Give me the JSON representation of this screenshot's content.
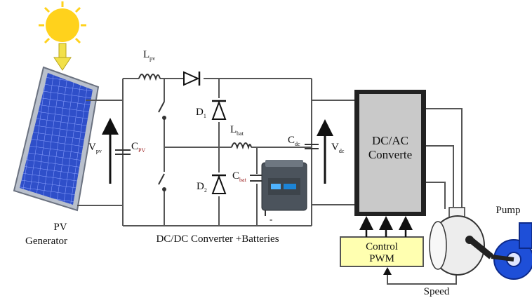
{
  "labels": {
    "pv_generator_line1": "PV",
    "pv_generator_line2": "Generator",
    "v_pv": "V",
    "v_pv_sub": "pv",
    "c_pv": "C",
    "c_pv_sub": "PV",
    "l_pv": "L",
    "l_pv_sub": "pv",
    "d1": "D",
    "d1_sub": "1",
    "d2": "D",
    "d2_sub": "2",
    "l_bat": "L",
    "l_bat_sub": "bat",
    "c_bat": "C",
    "c_bat_sub": "bat",
    "c_dc": "C",
    "c_dc_sub": "dc",
    "v_dc": "V",
    "v_dc_sub": "dc",
    "converter_section": "DC/DC Converter +Batteries",
    "inverter_line1": "DC/AC",
    "inverter_line2": "Converte",
    "control_line1": "Control",
    "control_line2": "PWM",
    "pump": "Pump",
    "speed": "Speed",
    "battery_minus": "-"
  },
  "colors": {
    "sun": "#ffd21c",
    "sun_arrow": "#f2e04a",
    "pv_panel": "#2f4fc9",
    "pv_frame": "#b9c0cc",
    "inverter_fill": "#c9c9c9",
    "control_fill": "#ffffb0",
    "wire": "#555555",
    "pump_blue": "#1e4fd8",
    "capacitor_label": "#9b1c1c",
    "cdc_label": "#1a7a1a"
  }
}
